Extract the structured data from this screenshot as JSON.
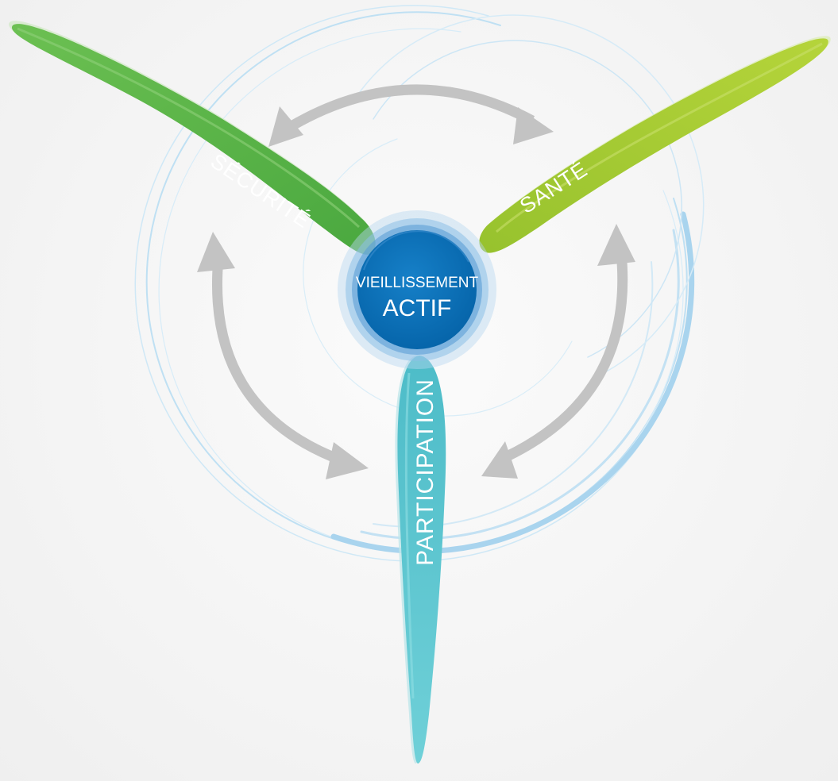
{
  "diagram": {
    "hub": {
      "line1": "VIEILLISSEMENT",
      "line2": "ACTIF"
    },
    "blades": [
      {
        "id": "securite",
        "label": "SÉCURITÉ"
      },
      {
        "id": "sante",
        "label": "SANTÉ"
      },
      {
        "id": "participation",
        "label": "PARTICIPATION"
      }
    ]
  },
  "colors": {
    "securite": "#5cb548",
    "sante": "#a6cb34",
    "participation": "#5cc6cf",
    "hub": "#0a6fb8",
    "arrows": "#c3c3c3",
    "swirl": "#a9d4ee"
  },
  "icons": {
    "arrows": "double-headed-curved-arrow"
  }
}
